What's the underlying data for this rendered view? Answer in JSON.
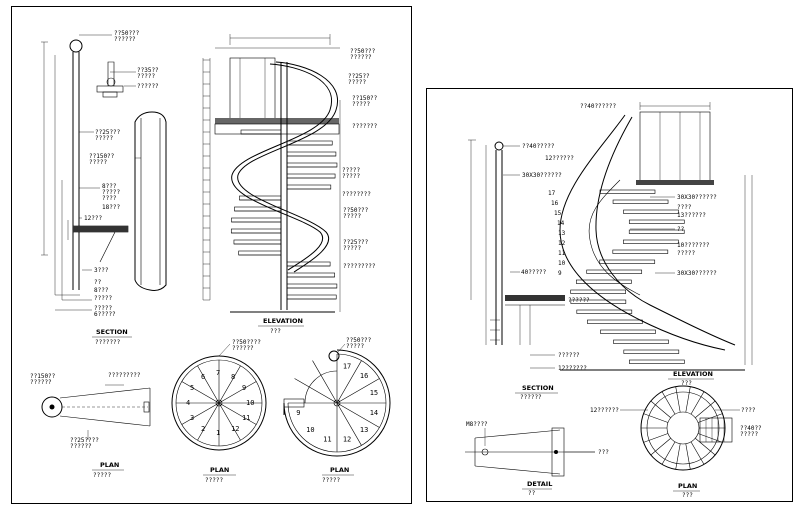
{
  "sheet_left": {
    "section": {
      "title": "SECTION",
      "sub": "???????",
      "labels": [
        "??50???",
        "??????",
        "??35??",
        "?????",
        "??????",
        "??25???",
        "?????",
        "??150??",
        "?????",
        "8???",
        "?????",
        "????",
        "18???",
        "12???",
        "3???",
        "??",
        "8???",
        "?????",
        "?????",
        "6?????"
      ]
    },
    "elevation": {
      "title": "ELEVATION",
      "sub": "???",
      "labels": [
        "??50???",
        "??????",
        "??25??",
        "?????",
        "??150??",
        "?????",
        "???????",
        "?????",
        "?????",
        "????????",
        "??50???",
        "?????",
        "??25???",
        "?????",
        "?????????"
      ]
    },
    "plan_small": {
      "title": "PLAN",
      "sub": "?????",
      "labels": [
        "??150??",
        "??????",
        "?????????",
        "??25????",
        "??????"
      ]
    },
    "plan_round": {
      "title": "PLAN",
      "sub": "?????",
      "labels": [
        "??50????",
        "??????"
      ],
      "steps": [
        "1",
        "2",
        "3",
        "4",
        "5",
        "6",
        "7",
        "8",
        "9",
        "10",
        "11",
        "12"
      ]
    },
    "plan_half": {
      "title": "PLAN",
      "sub": "?????",
      "labels": [
        "??50???",
        "?????"
      ],
      "steps": [
        "9",
        "10",
        "11",
        "12",
        "13",
        "14",
        "15",
        "16",
        "17"
      ]
    }
  },
  "sheet_right": {
    "section": {
      "title": "SECTION",
      "sub": "??????",
      "labels": [
        "??40?????",
        "12??????",
        "30X30??????",
        "40?????",
        "??????",
        "??????",
        "12??????"
      ]
    },
    "elevation": {
      "title": "ELEVATION",
      "sub": "???",
      "labels": [
        "??40??????",
        "30X30??????",
        "????",
        "13??????",
        "??",
        "10???????",
        "?????",
        "30X30??????"
      ],
      "steps": [
        "17",
        "16",
        "15",
        "14",
        "13",
        "12",
        "11",
        "10",
        "9"
      ]
    },
    "detail": {
      "title": "DETAIL",
      "sub": "??",
      "labels": [
        "M8????",
        "???"
      ]
    },
    "plan": {
      "title": "PLAN",
      "sub": "???",
      "labels": [
        "12??????",
        "????",
        "??40??",
        "?????"
      ]
    }
  }
}
